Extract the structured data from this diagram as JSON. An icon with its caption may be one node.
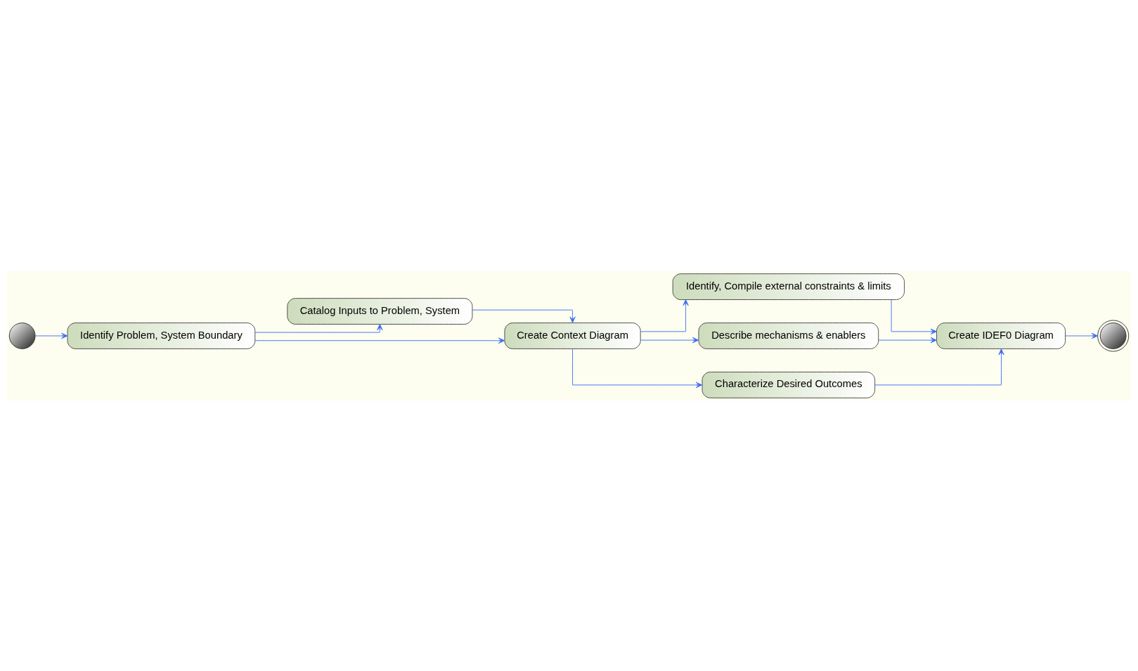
{
  "diagram": {
    "nodes": [
      {
        "text": [],
        "shape": "circle"
      },
      {
        "text": [
          "Identify Problem, System Boundary"
        ]
      },
      {
        "text": [
          "Catalog Inputs to Problem, System"
        ]
      },
      {
        "text": [
          "Create Context Diagram"
        ]
      },
      {
        "text": [
          "Identify, Compile external constraints & limits"
        ]
      },
      {
        "text": [
          "Describe mechanisms & enablers"
        ]
      },
      {
        "text": [
          "Characterize Desired Outcomes"
        ]
      },
      {
        "text": [
          "Create IDEF0 Diagram"
        ]
      },
      {
        "text": [],
        "shape": "circle"
      }
    ],
    "edges": [
      {
        "from": 0,
        "to": 1,
        "arrow": "to"
      },
      {
        "from": 1,
        "to": 2,
        "arrow": "to"
      },
      {
        "from": 1,
        "to": 3,
        "arrow": "to"
      },
      {
        "from": 2,
        "to": 3,
        "arrow": "to"
      },
      {
        "from": 3,
        "to": 4,
        "arrow": "to"
      },
      {
        "from": 3,
        "to": 5,
        "arrow": "to"
      },
      {
        "from": 3,
        "to": 6,
        "arrow": "to"
      },
      {
        "from": 4,
        "to": 7,
        "arrow": "to"
      },
      {
        "from": 5,
        "to": 7,
        "arrow": "to"
      },
      {
        "from": 6,
        "to": 7,
        "arrow": "to"
      },
      {
        "from": 7,
        "to": 8,
        "arrow": "to"
      }
    ]
  }
}
